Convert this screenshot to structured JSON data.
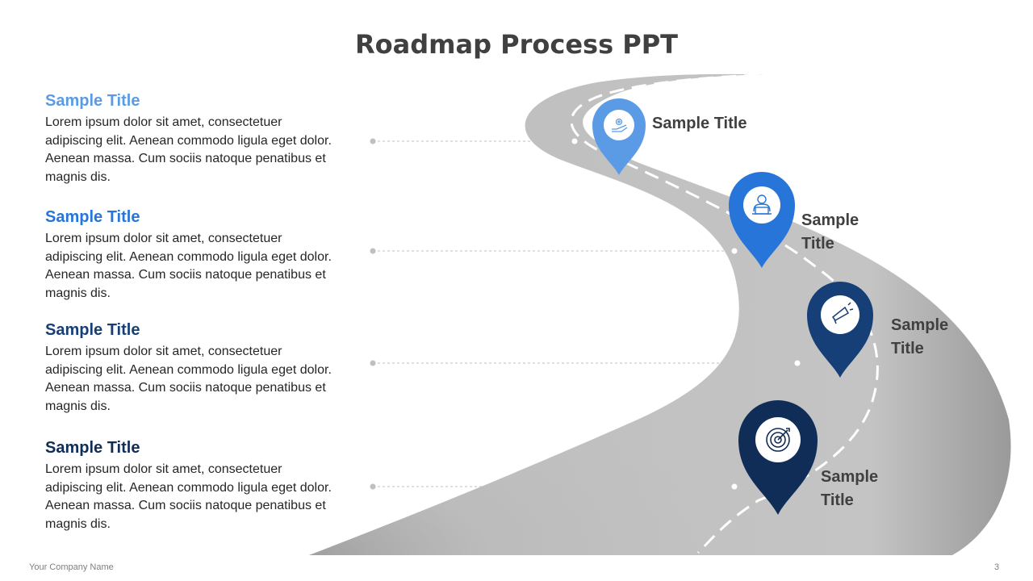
{
  "slide": {
    "title": "Roadmap Process PPT",
    "footer": {
      "company": "Your Company  Name",
      "page_number": "3"
    }
  },
  "colors": {
    "step1": "#5b9be6",
    "step2": "#2775d8",
    "step3": "#173f77",
    "step4": "#102d57",
    "road": "#bfbfbf",
    "text_dark": "#404040"
  },
  "steps": [
    {
      "title": "Sample Title",
      "body": "Lorem ipsum dolor sit amet, consectetuer adipiscing elit.  Aenean commodo ligula eget dolor. Aenean massa. Cum sociis natoque penatibus et magnis dis.",
      "pin_label": "Sample Title",
      "icon": "hand-gear-icon"
    },
    {
      "title": "Sample Title",
      "body": "Lorem ipsum dolor sit amet, consectetuer adipiscing elit.  Aenean commodo ligula eget dolor. Aenean massa. Cum sociis natoque penatibus et magnis dis.",
      "pin_label": "Sample Title",
      "icon": "person-laptop-icon"
    },
    {
      "title": "Sample Title",
      "body": "Lorem ipsum dolor sit amet, consectetuer adipiscing elit.  Aenean commodo ligula eget dolor. Aenean massa. Cum sociis natoque penatibus et magnis dis.",
      "pin_label": "Sample Title",
      "icon": "megaphone-icon"
    },
    {
      "title": "Sample Title",
      "body": "Lorem ipsum dolor sit amet, consectetuer adipiscing elit.  Aenean commodo ligula eget dolor. Aenean massa. Cum sociis natoque penatibus et magnis dis.",
      "pin_label": "Sample Title",
      "icon": "target-icon"
    }
  ]
}
